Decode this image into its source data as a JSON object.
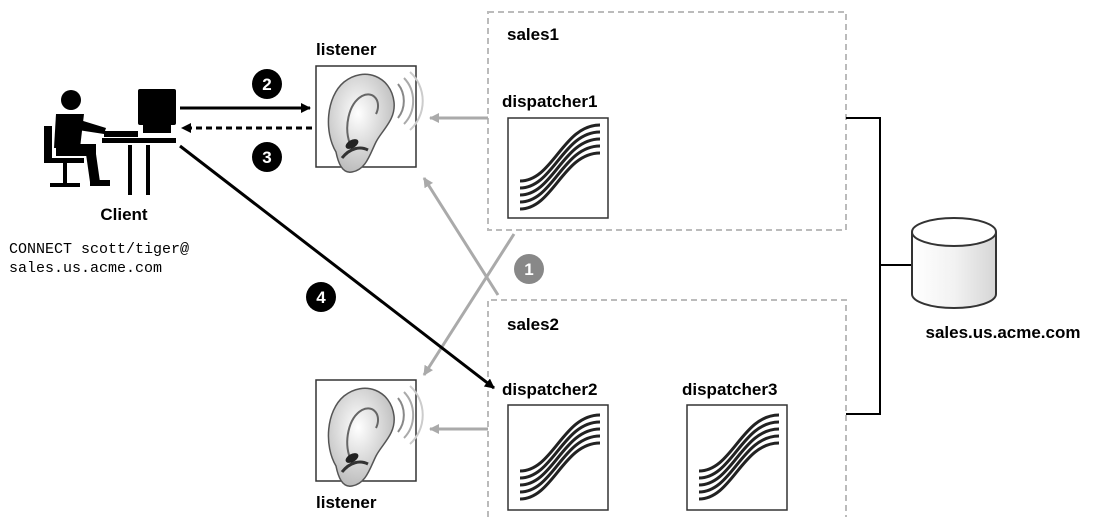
{
  "client": {
    "label": "Client",
    "connect_line1": "CONNECT scott/tiger@",
    "connect_line2": "sales.us.acme.com"
  },
  "listener_top": {
    "label": "listener"
  },
  "listener_bottom": {
    "label": "listener"
  },
  "instance1": {
    "name": "sales1",
    "dispatchers": [
      "dispatcher1"
    ]
  },
  "instance2": {
    "name": "sales2",
    "dispatchers": [
      "dispatcher2",
      "dispatcher3"
    ]
  },
  "database": {
    "label": "sales.us.acme.com"
  },
  "steps": [
    "1",
    "2",
    "3",
    "4"
  ],
  "colors": {
    "primary": "#000000",
    "secondary": "#aaaaaa",
    "box_dash": "#bbbbbb",
    "step1": "#888888"
  }
}
